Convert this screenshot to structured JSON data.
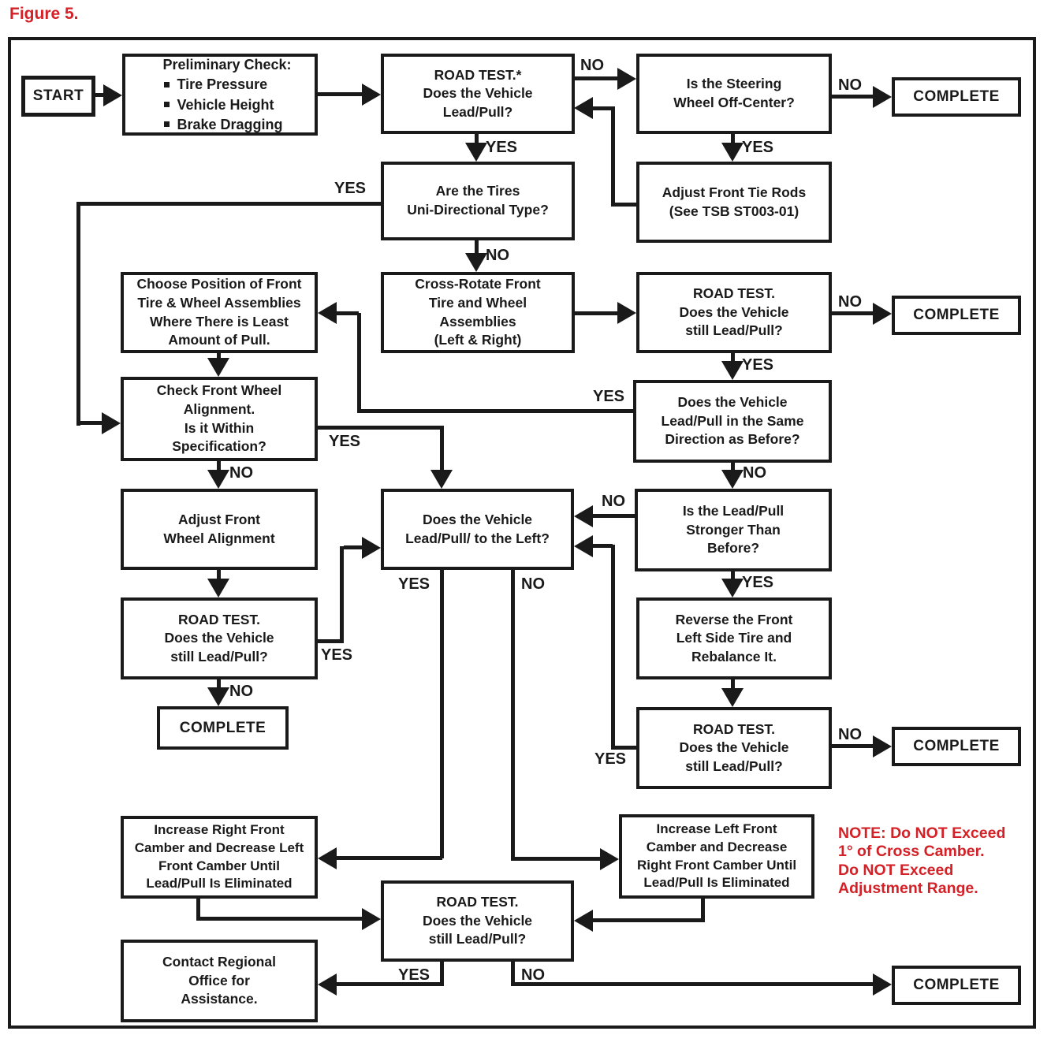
{
  "figure_label": "Figure 5.",
  "colors": {
    "ink": "#1a1a1a",
    "accent_red": "#d42127"
  },
  "labels": {
    "yes": "YES",
    "no": "NO"
  },
  "note": {
    "text": "NOTE: Do NOT Exceed\n1° of Cross Camber.\nDo NOT Exceed\nAdjustment Range."
  },
  "nodes": {
    "start": {
      "text": "START"
    },
    "preliminary": {
      "title": "Preliminary Check:",
      "items": [
        "Tire Pressure",
        "Vehicle Height",
        "Brake Dragging"
      ]
    },
    "road_test_initial": {
      "text": "ROAD TEST.*\nDoes the Vehicle\nLead/Pull?"
    },
    "steering_off_center": {
      "text": "Is the Steering\nWheel Off-Center?"
    },
    "complete_1": {
      "text": "COMPLETE"
    },
    "tires_unidirectional": {
      "text": "Are the Tires\nUni-Directional Type?"
    },
    "adjust_tie_rods": {
      "text": "Adjust Front Tie Rods\n(See TSB ST003-01)"
    },
    "choose_position": {
      "text": "Choose Position of Front\nTire & Wheel Assemblies\nWhere There is Least\nAmount of Pull."
    },
    "cross_rotate": {
      "text": "Cross-Rotate Front\nTire and Wheel\nAssemblies\n(Left & Right)"
    },
    "road_test_after_rotate": {
      "text": "ROAD TEST.\nDoes the Vehicle\nstill Lead/Pull?"
    },
    "complete_2": {
      "text": "COMPLETE"
    },
    "check_alignment": {
      "text": "Check Front Wheel\nAlignment.\nIs it Within\nSpecification?"
    },
    "same_direction": {
      "text": "Does the Vehicle\nLead/Pull in the Same\nDirection as Before?"
    },
    "adjust_alignment": {
      "text": "Adjust Front\nWheel Alignment"
    },
    "lead_pull_left": {
      "text": "Does the Vehicle\nLead/Pull/ to the Left?"
    },
    "stronger_than_before": {
      "text": "Is the Lead/Pull\nStronger Than\nBefore?"
    },
    "road_test_after_alignment": {
      "text": "ROAD TEST.\nDoes the Vehicle\nstill Lead/Pull?"
    },
    "complete_3": {
      "text": "COMPLETE"
    },
    "reverse_left_tire": {
      "text": "Reverse the Front\nLeft Side Tire and\nRebalance It."
    },
    "road_test_after_reverse": {
      "text": "ROAD TEST.\nDoes the Vehicle\nstill Lead/Pull?"
    },
    "complete_4": {
      "text": "COMPLETE"
    },
    "increase_right_camber": {
      "text": "Increase Right Front\nCamber and Decrease Left\nFront Camber Until\nLead/Pull Is Eliminated"
    },
    "increase_left_camber": {
      "text": "Increase Left Front\nCamber and Decrease\nRight Front Camber Until\nLead/Pull Is Eliminated"
    },
    "road_test_camber": {
      "text": "ROAD TEST.\nDoes the Vehicle\nstill Lead/Pull?"
    },
    "contact_regional": {
      "text": "Contact Regional\nOffice for\nAssistance."
    },
    "complete_5": {
      "text": "COMPLETE"
    }
  }
}
